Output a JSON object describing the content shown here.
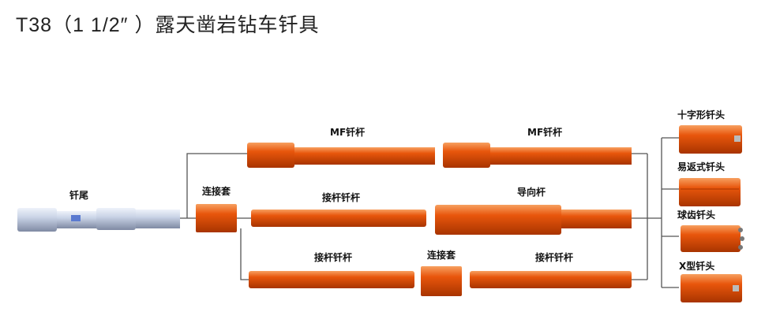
{
  "title": "T38（1 1/2″ ）露天凿岩钻车钎具",
  "components": {
    "shank": "钎尾",
    "coupling_left": "连接套",
    "mf_rod_1": "MF钎杆",
    "mf_rod_2": "MF钎杆",
    "extension_rod_mid": "接杆钎杆",
    "guide_rod": "导向杆",
    "extension_rod_bottom_1": "接杆钎杆",
    "coupling_bottom": "连接套",
    "extension_rod_bottom_2": "接杆钎杆"
  },
  "bits": [
    "十字形钎头",
    "易返式钎头",
    "球齿钎头",
    "X型钎头"
  ],
  "colors": {
    "rod": "#e8560c",
    "rod_dark": "#b83a00",
    "shank": "#c9d3e6",
    "line": "#555555"
  }
}
